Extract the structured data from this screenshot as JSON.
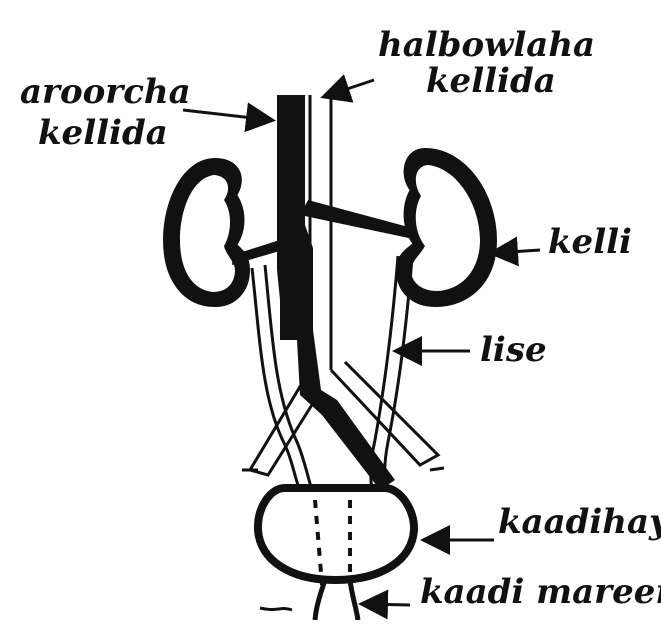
{
  "labels": {
    "aorta_line1": "aroorcha",
    "aorta_line2": "kellida",
    "vein_line1": "halbowlaha",
    "vein_line2": "kellida",
    "kidney": "kelli",
    "ureter": "lise",
    "bladder": "kaadihays",
    "urethra": "kaadi mareen"
  },
  "colors": {
    "ink": "#111111",
    "paper": "#ffffff"
  }
}
